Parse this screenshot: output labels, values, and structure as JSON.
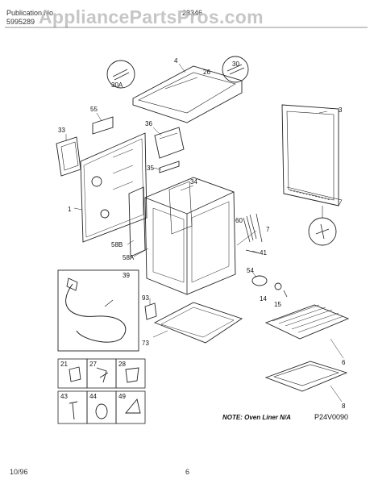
{
  "header": {
    "publication_label": "Publication No.",
    "publication_no": "5995289",
    "model": "28346",
    "watermark": "AppliancePartsPros.com"
  },
  "callouts": [
    "4",
    "30",
    "30A",
    "26",
    "55",
    "36",
    "33",
    "35",
    "34",
    "3",
    "1",
    "58B",
    "58A",
    "60",
    "7",
    "41",
    "54",
    "14",
    "15",
    "39",
    "93",
    "73",
    "6",
    "8",
    "21",
    "27",
    "28",
    "43",
    "44",
    "49"
  ],
  "footer": {
    "note": "NOTE: Oven Liner N/A",
    "diagram_code": "P24V0090",
    "date": "10/96",
    "page": "6"
  }
}
